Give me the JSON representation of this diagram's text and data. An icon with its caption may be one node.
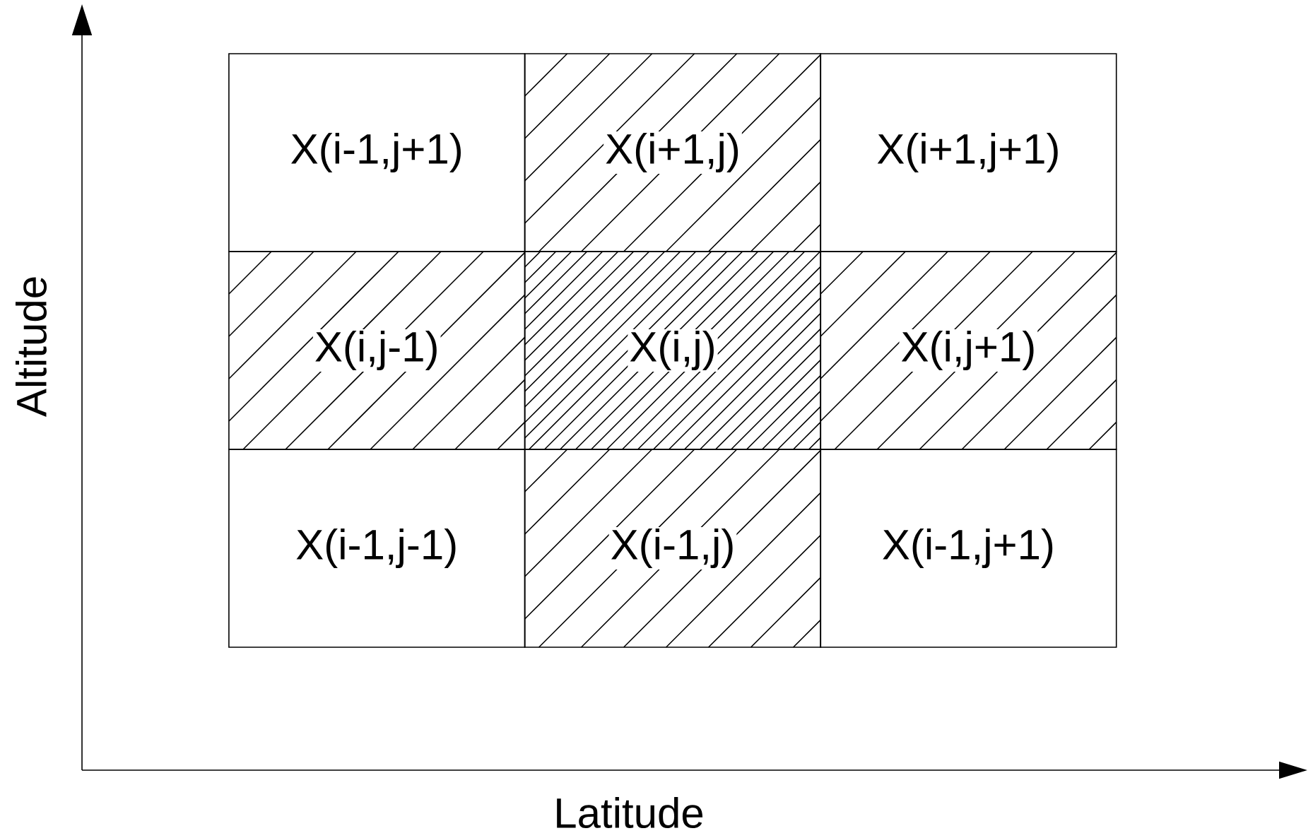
{
  "diagram": {
    "nodes": [
      {
        "text": [
          "X(i-1,j+1)"
        ]
      },
      {
        "text": [
          "X(i+1,j)"
        ]
      },
      {
        "text": [
          "X(i+1,j+1)"
        ]
      },
      {
        "text": [
          "X(i,j-1)"
        ]
      },
      {
        "text": [
          "X(i,j)"
        ]
      },
      {
        "text": [
          "X(i,j+1)"
        ]
      },
      {
        "text": [
          "X(i-1,j-1)"
        ]
      },
      {
        "text": [
          "X(i-1,j)"
        ]
      },
      {
        "text": [
          "X(i-1,j+1)"
        ]
      }
    ],
    "edges": [],
    "labels": [
      "Latitude",
      "Altitude"
    ]
  }
}
